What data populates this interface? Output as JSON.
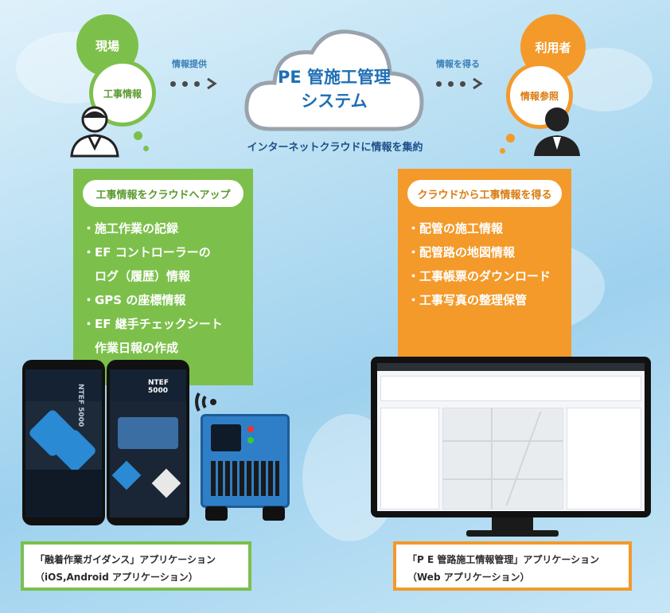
{
  "left_actor": {
    "role": "現場",
    "bubble": "工事情報"
  },
  "right_actor": {
    "role": "利用者",
    "bubble": "情報参照"
  },
  "arrow_left_label": "情報提供",
  "arrow_right_label": "情報を得る",
  "cloud": {
    "line1": "PE 管施工管理",
    "line2": "システム"
  },
  "cloud_caption": "インターネットクラウドに情報を集約",
  "left_panel": {
    "header": "工事情報をクラウドへアップ",
    "items": [
      "・施工作業の記録",
      "・EF コントローラーの",
      "　ログ（履歴）情報",
      "・GPS の座標情報",
      "・EF 継手チェックシート",
      "　作業日報の作成"
    ]
  },
  "right_panel": {
    "header": "クラウドから工事情報を得る",
    "items": [
      "・配管の施工情報",
      "・配管路の地図情報",
      "・工事帳票のダウンロード",
      "・工事写真の整理保管"
    ]
  },
  "phone_brand": "NTEF 5000",
  "left_caption": {
    "line1": "「融着作業ガイダンス」アプリケーション",
    "line2": "（iOS,Android アプリケーション）"
  },
  "right_caption": {
    "line1": "「P E 管路施工情報管理」アプリケーション",
    "line2": "（Web アプリケーション）"
  },
  "colors": {
    "green": "#7cc04b",
    "orange": "#f39a2a",
    "blue": "#1f6fb5"
  }
}
